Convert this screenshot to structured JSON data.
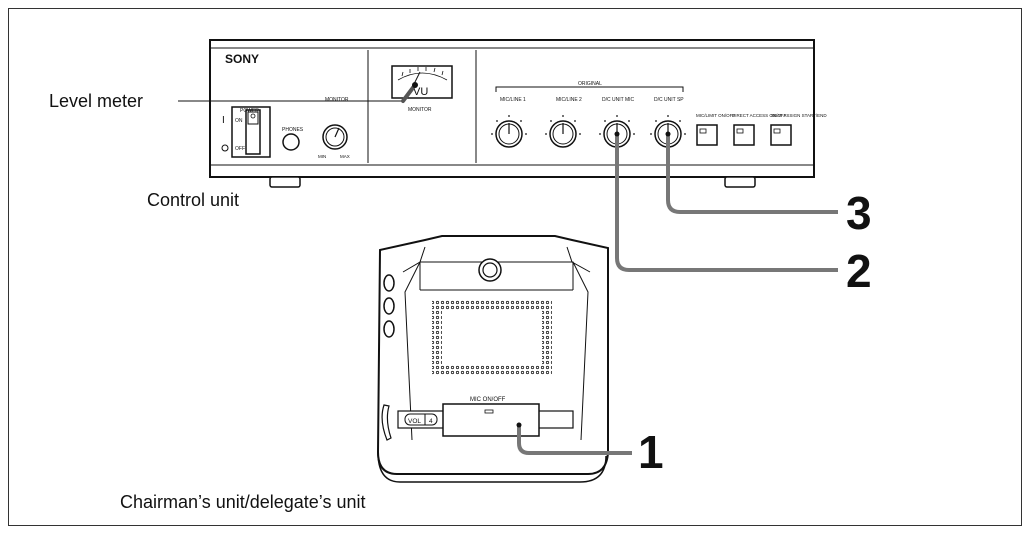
{
  "callouts": {
    "level_meter": "Level meter",
    "control_unit": "Control unit",
    "chairman_unit": "Chairman’s unit/delegate’s unit"
  },
  "numbers": {
    "one": "1",
    "two": "2",
    "three": "3"
  },
  "control_panel": {
    "brand": "SONY",
    "meter_text": "VU",
    "meter_caption": "MONITOR",
    "power_label": "POWER",
    "on_label": "ON",
    "off_label": "OFF",
    "phones_label": "PHONES",
    "monitor_label": "MONITOR",
    "min_label": "MIN",
    "max_label": "MAX",
    "original_label": "ORIGINAL",
    "knob_labels": [
      "MIC/LINE 1",
      "MIC/LINE 2",
      "D/C UNIT MIC",
      "D/C UNIT SP"
    ],
    "button_labels": [
      "MIC/LIMIT ON/OFF",
      "DIRECT ACCESS ON/OFF",
      "SEAT ASSIGN START/END"
    ]
  },
  "delegate_unit": {
    "mic_label": "MIC ON/OFF",
    "vol_label": "VOL",
    "vol_value": "4"
  }
}
